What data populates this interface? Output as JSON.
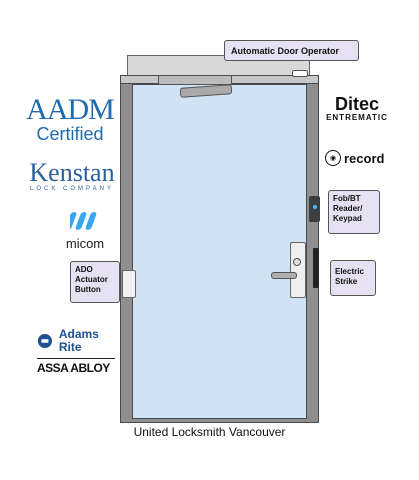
{
  "labels": {
    "operator": "Automatic Door Operator",
    "reader": "Fob/BT Reader/ Keypad",
    "strike": "Electric Strike",
    "ado_button": "ADO Actuator Button",
    "caption": "United Locksmith Vancouver"
  },
  "logos": {
    "aadm_main": "AADM",
    "aadm_sub": "Certified",
    "kenstan_main": "Kenstan",
    "kenstan_sub": "LOCK COMPANY",
    "micom": "micom",
    "adams_rite": "Adams Rite",
    "assa_abloy": "ASSA ABLOY",
    "ditec": "Ditec",
    "entrematic": "ENTREMATIC",
    "record": "record"
  },
  "icons": {
    "micom": "micom-bars-icon",
    "adams": "adams-rite-badge-icon",
    "record": "record-circle-icon"
  },
  "colors": {
    "door_glass": "#cfe3f5",
    "frame": "#8f8f8f",
    "callout_bg": "#e5e1f2",
    "aadm_blue": "#1f6ab0",
    "micom_blue": "#3aa6f0"
  }
}
